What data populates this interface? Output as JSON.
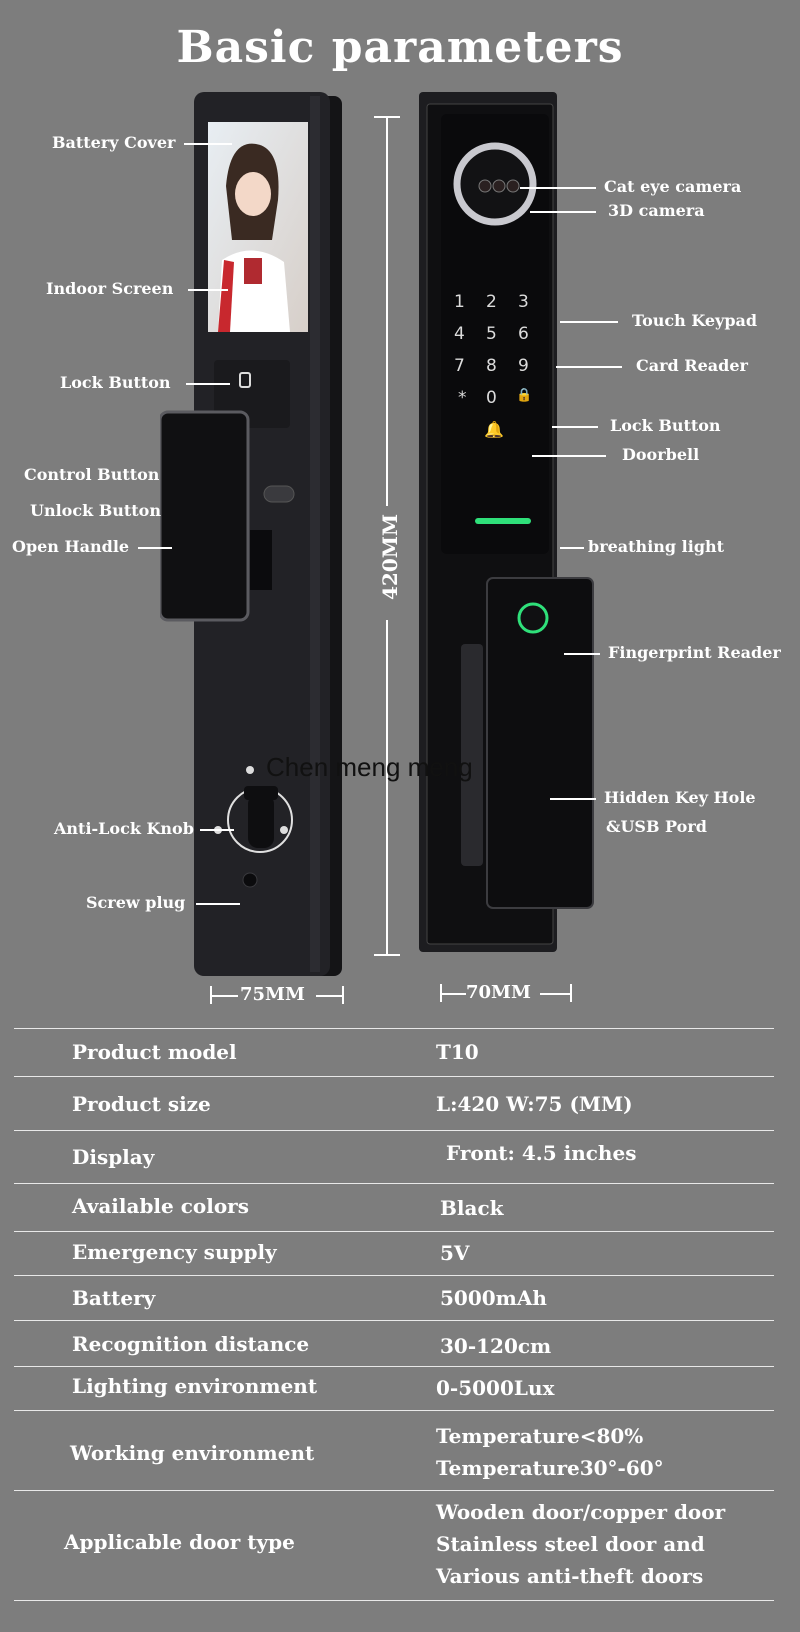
{
  "title": "Basic parameters",
  "left_callouts": {
    "battery_cover": "Battery Cover",
    "indoor_screen": "Indoor Screen",
    "lock_button": "Lock Button",
    "control_button": "Control Button",
    "unlock_button": "Unlock Button",
    "open_handle": "Open Handle",
    "anti_lock_knob": "Anti-Lock Knob",
    "screw_plug": "Screw plug"
  },
  "right_callouts": {
    "cat_eye_camera": "Cat eye camera",
    "camera_3d": "3D camera",
    "touch_keypad": "Touch Keypad",
    "card_reader": "Card Reader",
    "lock_button": "Lock Button",
    "doorbell": "Doorbell",
    "breathing_light": "breathing light",
    "fingerprint_reader": "Fingerprint Reader",
    "hidden_key_hole": "Hidden Key Hole",
    "usb_port": "&USB Pord"
  },
  "keypad": [
    "1",
    "2",
    "3",
    "4",
    "5",
    "6",
    "7",
    "8",
    "9",
    "*",
    "0",
    "🔒"
  ],
  "dimensions": {
    "height": "420MM",
    "left_width": "75MM",
    "right_width": "70MM"
  },
  "watermark": "Chen meng meng",
  "specs": [
    {
      "label": "Product model",
      "value": [
        "T10"
      ]
    },
    {
      "label": "Product size",
      "value": [
        "L:420  W:75 (MM)"
      ]
    },
    {
      "label": "Display",
      "value": [
        "Front: 4.5 inches"
      ]
    },
    {
      "label": "Available colors",
      "value": [
        "Black"
      ]
    },
    {
      "label": "Emergency supply",
      "value": [
        "5V"
      ]
    },
    {
      "label": "Battery",
      "value": [
        "5000mAh"
      ]
    },
    {
      "label": "Recognition distance",
      "value": [
        "30-120cm"
      ]
    },
    {
      "label": "Lighting environment",
      "value": [
        "0-5000Lux"
      ]
    },
    {
      "label": "Working environment",
      "value": [
        "Temperature<80%",
        "Temperature30°-60°"
      ]
    },
    {
      "label": "Applicable door type",
      "value": [
        "Wooden door/copper door",
        "Stainless steel door and",
        "Various anti-theft doors"
      ]
    }
  ],
  "colors": {
    "background": "#7d7d7d",
    "device": "#1c1c1e",
    "accent_green": "#2fe07a"
  }
}
